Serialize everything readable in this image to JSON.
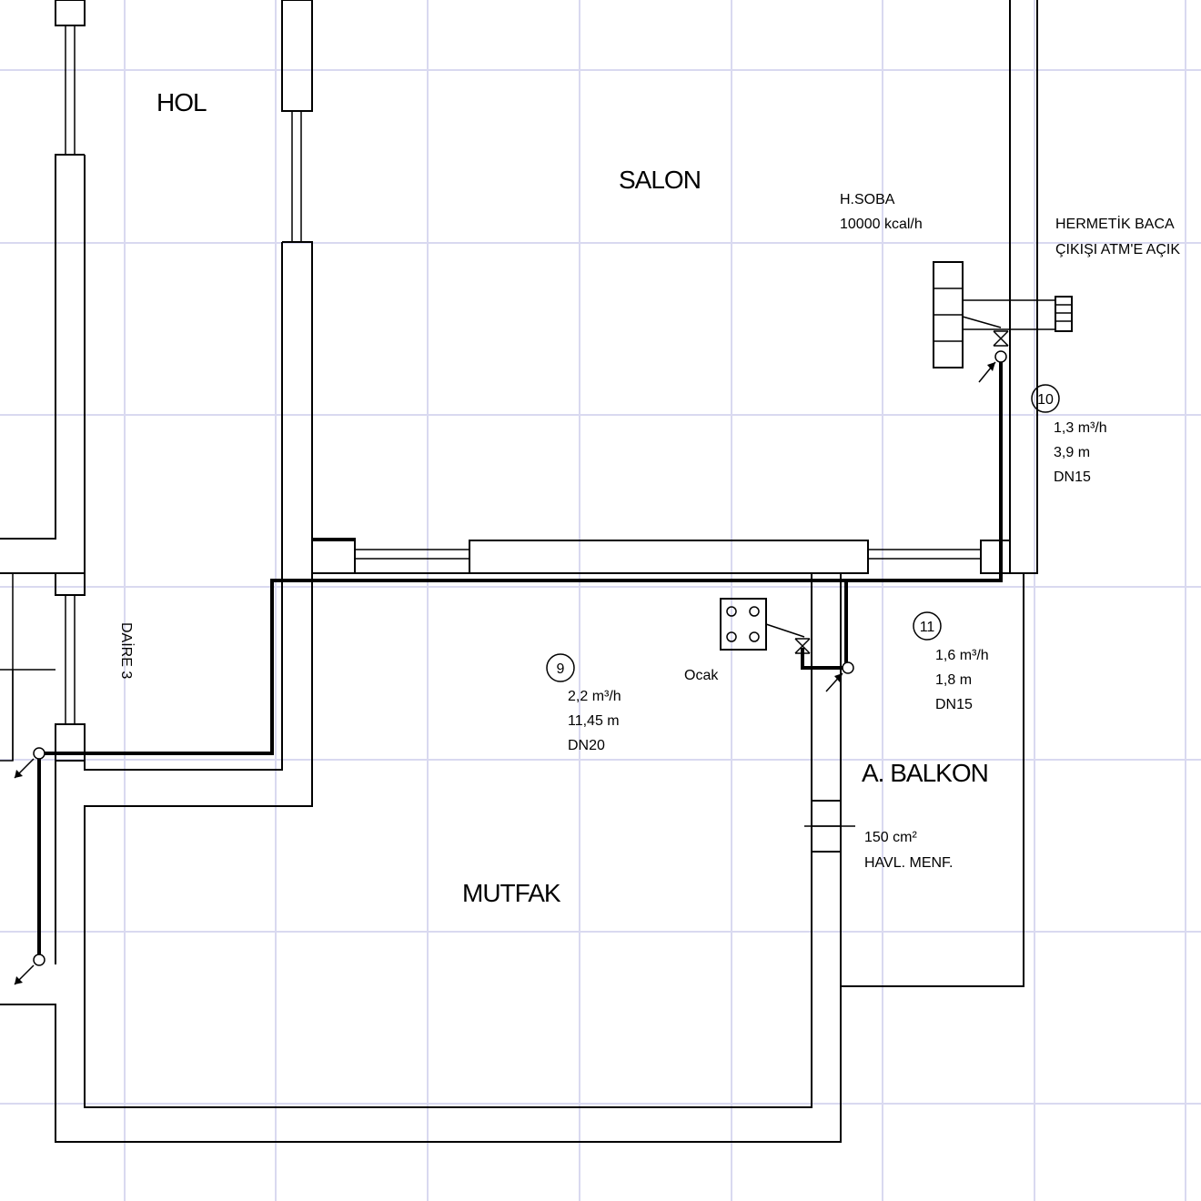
{
  "rooms": {
    "hol": "HOL",
    "salon": "SALON",
    "mutfak": "MUTFAK",
    "balkon": "A. BALKON",
    "daire": "DAİRE 3"
  },
  "appliances": {
    "stove": {
      "name": "H.SOBA",
      "capacity": "10000 kcal/h"
    },
    "chimney": {
      "line1": "HERMETİK BACA",
      "line2": "ÇIKIŞI ATM'E AÇIK"
    },
    "cooktop": {
      "name": "Ocak"
    },
    "vent": {
      "area": "150 cm²",
      "label": "HAVL. MENF."
    }
  },
  "segments": [
    {
      "id": "9",
      "flow": "2,2 m³/h",
      "length": "11,45 m",
      "dn": "DN20"
    },
    {
      "id": "10",
      "flow": "1,3 m³/h",
      "length": "3,9 m",
      "dn": "DN15"
    },
    {
      "id": "11",
      "flow": "1,6 m³/h",
      "length": "1,8 m",
      "dn": "DN15"
    }
  ]
}
